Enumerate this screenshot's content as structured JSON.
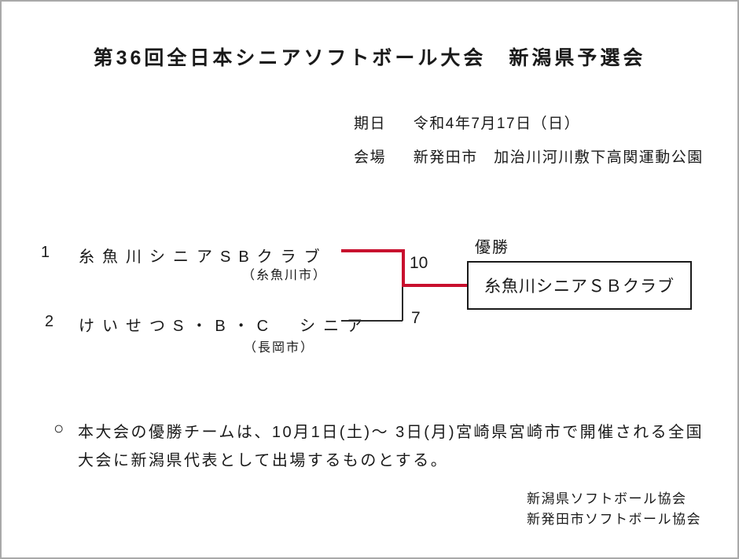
{
  "page": {
    "title": "第36回全日本シニアソフトボール大会　新潟県予選会"
  },
  "meta": {
    "date_label": "期日",
    "date_value": "令和4年7月17日（日）",
    "venue_label": "会場",
    "venue_value": "新発田市　加治川河川敷下高関運動公園"
  },
  "bracket": {
    "teams": [
      {
        "seed": "1",
        "name": "糸魚川シニアSBクラブ",
        "city": "（糸魚川市）",
        "score": "10"
      },
      {
        "seed": "2",
        "name": "けいせつS・B・C　シニア",
        "city": "（長岡市）",
        "score": "7"
      }
    ],
    "winner_label": "優勝",
    "winner_name": "糸魚川シニアＳＢクラブ",
    "winner_line_color": "#c8102e",
    "default_line_color": "#2b2b2b"
  },
  "note": {
    "bullet": "○",
    "line1": "本大会の優勝チームは、10月1日(土)～ 3日(月)宮崎県宮崎市で開催される全国",
    "line2": "大会に新潟県代表として出場するものとする。"
  },
  "footer": {
    "organizations": [
      "新潟県ソフトボール協会",
      "新発田市ソフトボール協会"
    ]
  }
}
